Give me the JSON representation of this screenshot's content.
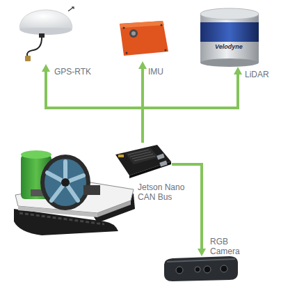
{
  "diagram": {
    "nodes": [
      {
        "text": [
          "GPS-RTK"
        ]
      },
      {
        "text": [
          "IMU"
        ]
      },
      {
        "text": [
          "LiDAR"
        ]
      },
      {
        "text": [
          "Jetson Nano CAN Bus"
        ]
      },
      {
        "text": [
          "RGB Camera"
        ]
      }
    ],
    "edges": [
      {
        "from": 3,
        "to": 0,
        "arrow": "to"
      },
      {
        "from": 3,
        "to": 1,
        "arrow": "to"
      },
      {
        "from": 3,
        "to": 2,
        "arrow": "to"
      },
      {
        "from": 3,
        "to": 4,
        "arrow": "to"
      }
    ],
    "labels": [
      "Velodyne"
    ]
  }
}
